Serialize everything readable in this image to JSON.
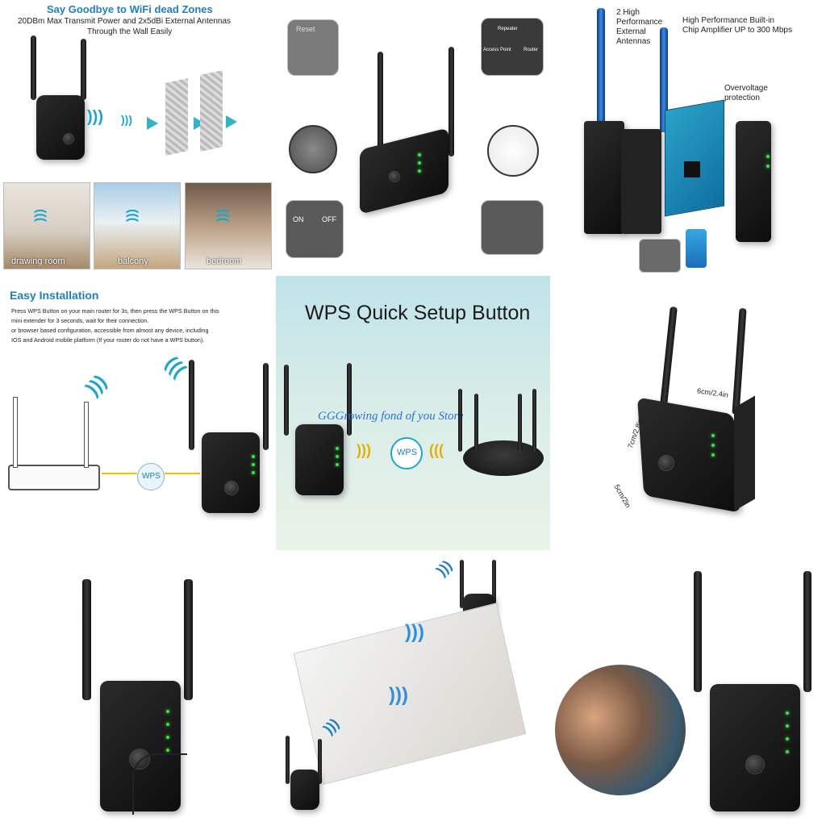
{
  "panel1": {
    "title": "Say Goodbye to WiFi dead Zones",
    "subtitle_line1": "20DBm Max Transmit Power and 2x5dBi External Antennas",
    "subtitle_line2": "Through the Wall Easily",
    "rooms": [
      "drawing room",
      "balcony",
      "bedroom"
    ]
  },
  "panel2": {
    "switch_labels": {
      "repeater": "Repeater",
      "access_point": "Access Point",
      "router": "Router"
    },
    "onoff": {
      "on": "ON",
      "off": "OFF"
    },
    "reset_label": "Reset"
  },
  "panel3": {
    "callout_antennas": [
      "2 High",
      "Performance",
      "External",
      "Antennas"
    ],
    "callout_chip": [
      "High Performance Built-in",
      "Chip Amplifier UP to 300 Mbps"
    ],
    "callout_overvoltage": [
      "Overvoltage",
      "protection"
    ]
  },
  "panel4": {
    "title": "Easy Installation",
    "para": [
      "Press WPS Button on your main router for 3s, then press the WPS Button on this",
      "mini extender for 3 seconds, wait for their connection.",
      "or browser based configuration, accessible from almost  any device, including",
      "IOS and Android mobile platform (If your router do not have a WPS button)."
    ],
    "wps_label": "WPS"
  },
  "panel5": {
    "title": "WPS Quick Setup Button",
    "watermark": "GGGrowing fond of you Store",
    "wps_label": "WPS"
  },
  "panel6": {
    "dim_width": "6cm/2.4in",
    "dim_height": "7cm/2.8in",
    "dim_depth": "5cm/2in"
  },
  "colors": {
    "accent": "#1aa7c9",
    "title_blue": "#1f7fc0",
    "led_green": "#3be04a",
    "wps_bg": "#e8f3f6"
  }
}
